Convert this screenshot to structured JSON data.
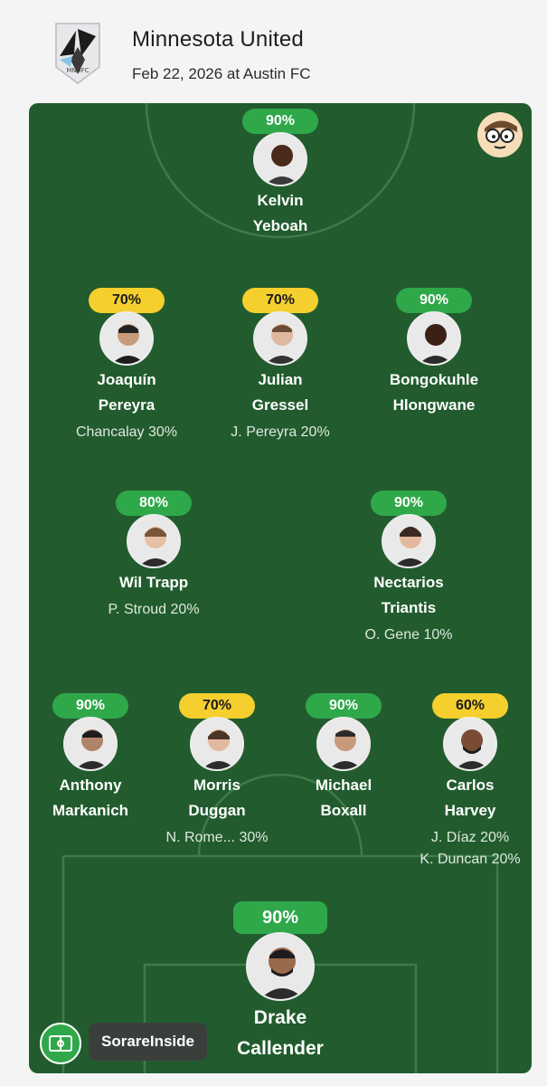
{
  "header": {
    "team_name": "Minnesota United",
    "match_info": "Feb 22, 2026 at Austin FC",
    "logo_icon": "mnufc-crest-icon"
  },
  "colors": {
    "pitch": "#225c2e",
    "high": "#2fa84a",
    "medium": "#f5cf2d"
  },
  "lineup": {
    "forward": {
      "chance": "90%",
      "level": "green",
      "first": "Kelvin",
      "last": "Yeboah",
      "sub": ""
    },
    "attacking_mid": [
      {
        "chance": "70%",
        "level": "yellow",
        "first": "Joaquín",
        "last": "Pereyra",
        "sub": "Chancalay 30%"
      },
      {
        "chance": "70%",
        "level": "yellow",
        "first": "Julian",
        "last": "Gressel",
        "sub": "J. Pereyra 20%"
      },
      {
        "chance": "90%",
        "level": "green",
        "first": "Bongokuhle",
        "last": "Hlongwane",
        "sub": ""
      }
    ],
    "central_mid": [
      {
        "chance": "80%",
        "level": "green",
        "first": "Wil Trapp",
        "last": "",
        "sub": "P. Stroud 20%"
      },
      {
        "chance": "90%",
        "level": "green",
        "first": "Nectarios",
        "last": "Triantis",
        "sub": "O. Gene 10%"
      }
    ],
    "defense": [
      {
        "chance": "90%",
        "level": "green",
        "first": "Anthony",
        "last": "Markanich",
        "sub": ""
      },
      {
        "chance": "70%",
        "level": "yellow",
        "first": "Morris",
        "last": "Duggan",
        "sub": "N. Rome... 30%"
      },
      {
        "chance": "90%",
        "level": "green",
        "first": "Michael",
        "last": "Boxall",
        "sub": ""
      },
      {
        "chance": "60%",
        "level": "yellow",
        "first": "Carlos",
        "last": "Harvey",
        "sub": "J. Díaz 20%",
        "sub2": "K. Duncan 20%"
      }
    ],
    "goalkeeper": {
      "chance": "90%",
      "level": "green",
      "first": "Drake",
      "last": "Callender",
      "sub": ""
    }
  },
  "brand": {
    "label": "SorareInside",
    "icon": "pitch-logo-icon"
  },
  "mascot_icon": "nerd-face-icon"
}
